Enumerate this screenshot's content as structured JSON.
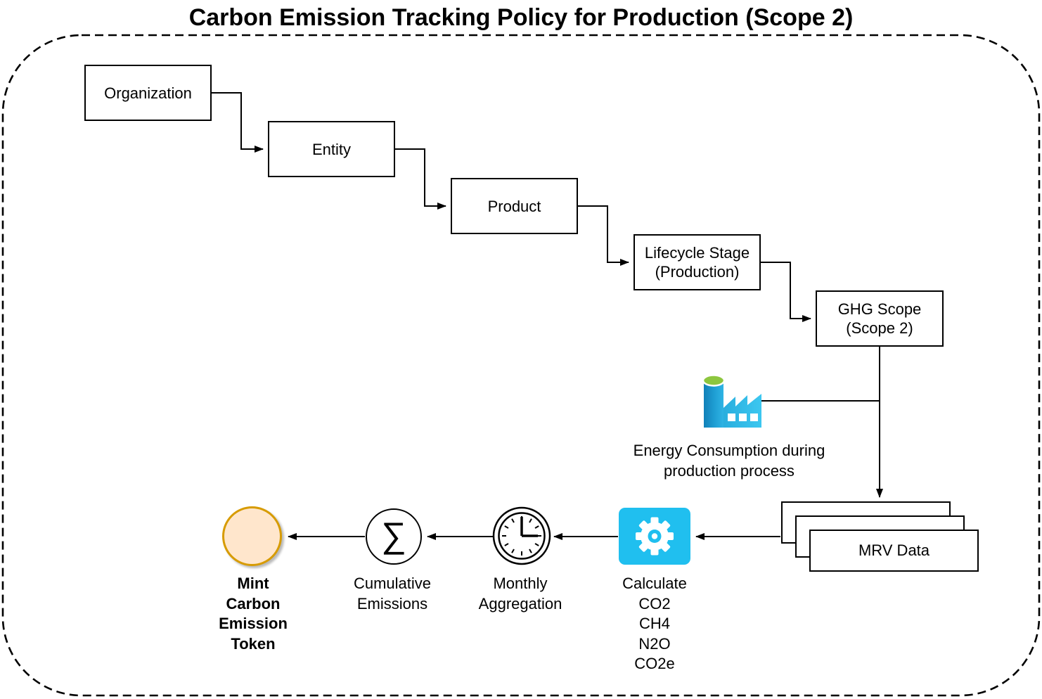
{
  "title": "Carbon Emission Tracking Policy for Production (Scope 2)",
  "hierarchy_boxes": [
    {
      "label": "Organization"
    },
    {
      "label": "Entity"
    },
    {
      "label": "Product"
    },
    {
      "label": "Lifecycle Stage\n(Production)"
    },
    {
      "label": "GHG Scope\n(Scope 2)"
    }
  ],
  "energy_source": {
    "icon": "factory-icon",
    "label": "Energy Consumption during\nproduction process"
  },
  "mrv": {
    "label": "MRV Data"
  },
  "process_steps": [
    {
      "icon": "gear-icon",
      "label": "Calculate\nCO2\nCH4\nN2O\nCO2e"
    },
    {
      "icon": "clock-icon",
      "label": "Monthly\nAggregation"
    },
    {
      "icon": "sigma-icon",
      "label": "Cumulative\nEmissions"
    },
    {
      "icon": "token-circle",
      "label": "Mint\nCarbon\nEmission\nToken"
    }
  ],
  "icons": {
    "sigma_glyph": "∑"
  },
  "colors": {
    "accent_cyan": "#20BFEF",
    "factory_blue_dark": "#1180B8",
    "factory_blue_light": "#3CC7F0",
    "factory_green": "#8DC63F",
    "token_fill": "#FFE6CC",
    "token_stroke": "#D79B00",
    "line_black": "#000000"
  }
}
